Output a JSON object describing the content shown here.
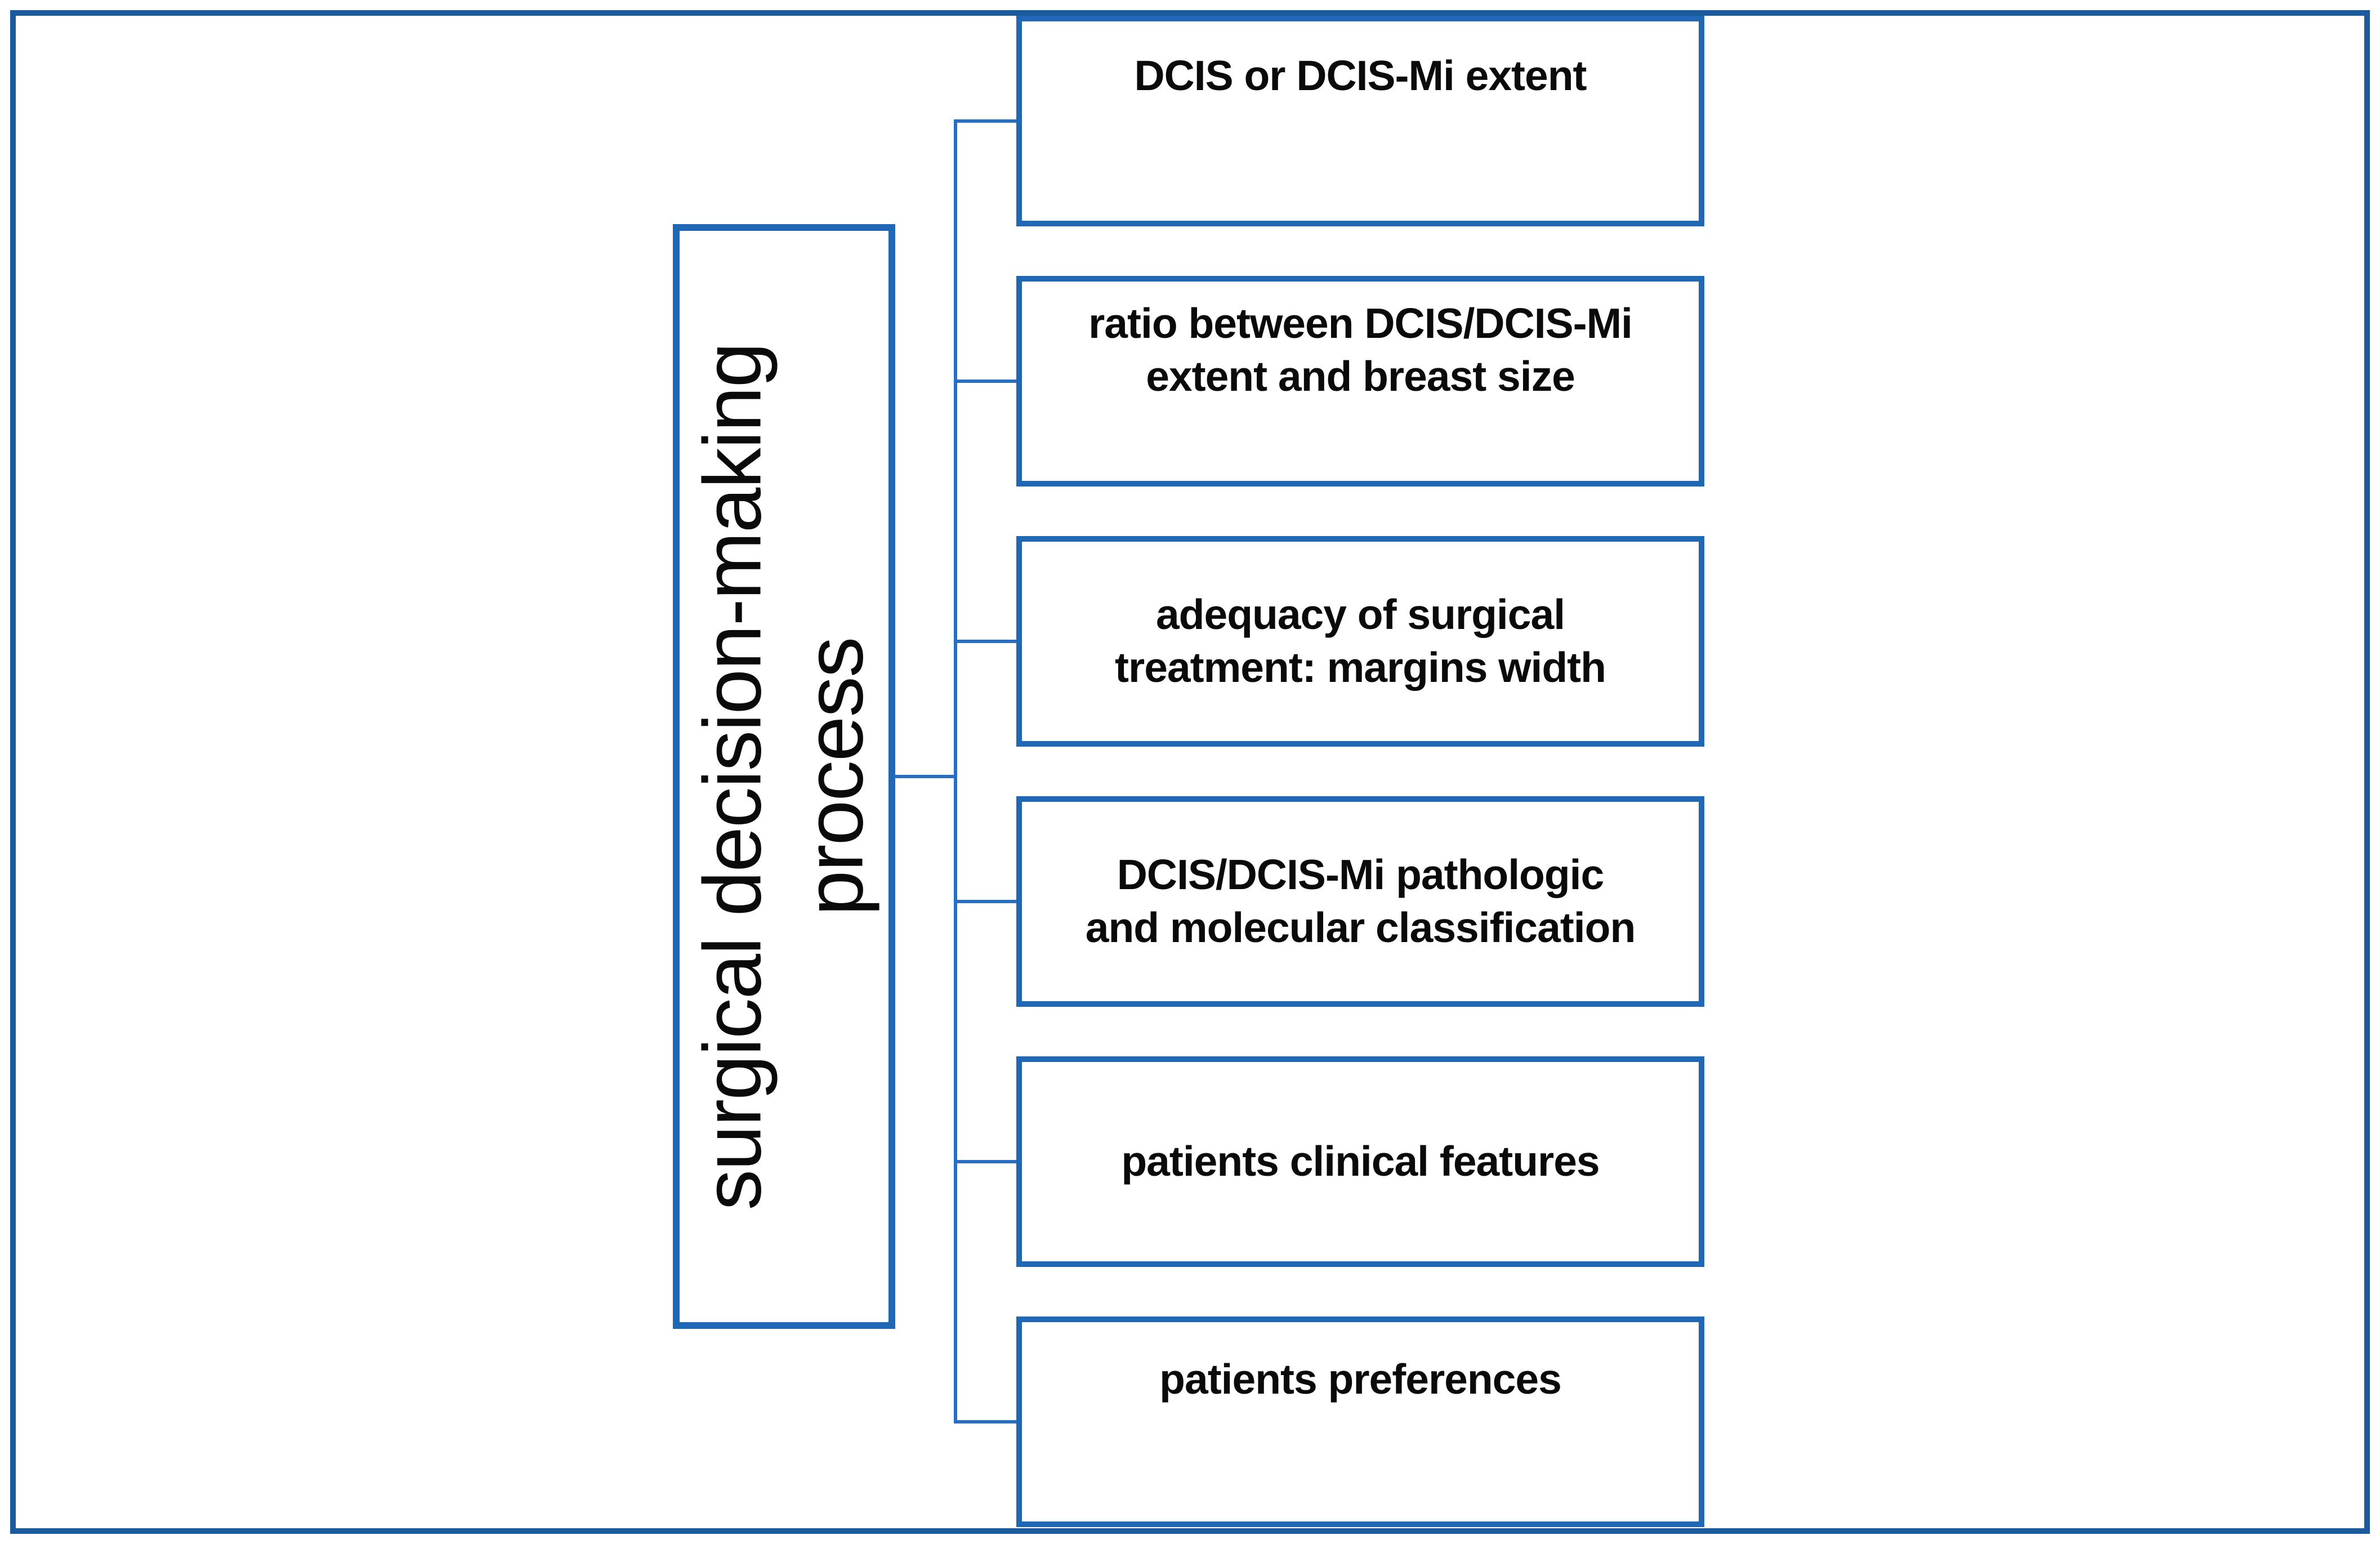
{
  "figure": {
    "root_label_lines": [
      "surgical decision-making",
      "process"
    ],
    "factors": [
      {
        "label_lines": [
          "DCIS or DCIS-Mi extent"
        ]
      },
      {
        "label_lines": [
          "ratio between DCIS/DCIS-Mi",
          "extent and breast size"
        ]
      },
      {
        "label_lines": [
          "adequacy of surgical",
          "treatment: margins width"
        ]
      },
      {
        "label_lines": [
          "DCIS/DCIS-Mi pathologic",
          "and molecular classification"
        ]
      },
      {
        "label_lines": [
          "patients clinical features"
        ]
      },
      {
        "label_lines": [
          "patients preferences"
        ]
      }
    ],
    "colors": {
      "outer_border_blue": "#1C5A9E",
      "box_border_blue": "#2067B6",
      "connector_blue": "#2A6FBF",
      "text_black": "#0a0a0a",
      "background_white": "#ffffff"
    }
  }
}
